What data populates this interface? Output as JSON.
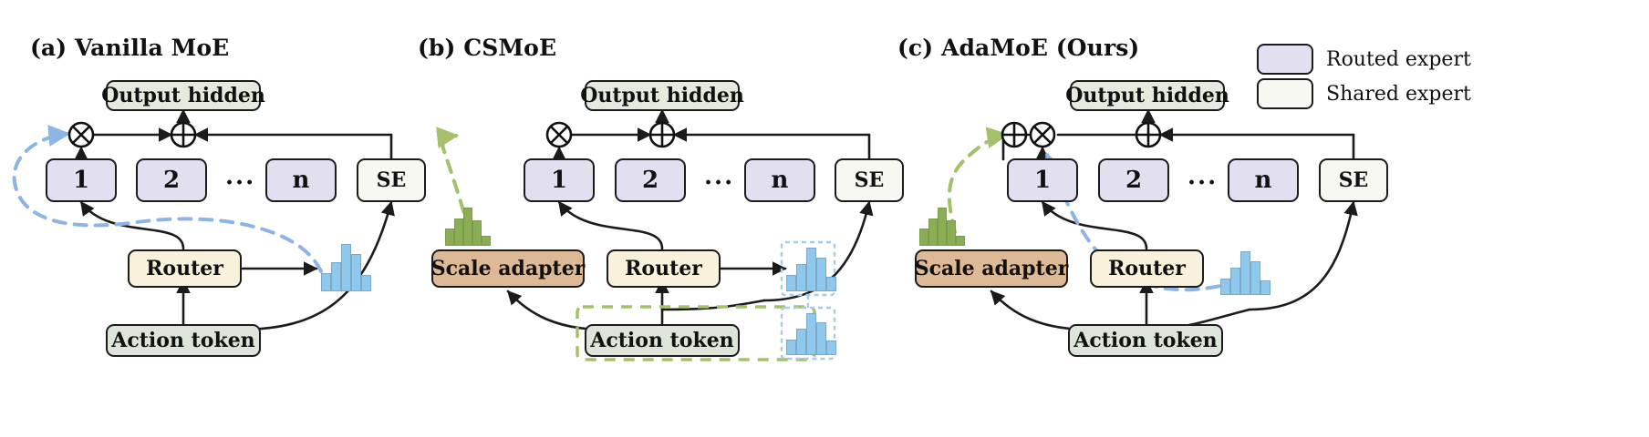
{
  "figure": {
    "panels": [
      {
        "id": "a",
        "title": "(a) Vanilla MoE",
        "nodes": {
          "output_hidden": "Output hidden",
          "experts": [
            "1",
            "2",
            "n"
          ],
          "ellipsis": "···",
          "shared_expert": "SE",
          "router": "Router",
          "action_token": "Action token"
        },
        "operators": [
          "multiply",
          "add"
        ]
      },
      {
        "id": "b",
        "title": "(b) CSMoE",
        "nodes": {
          "output_hidden": "Output hidden",
          "experts": [
            "1",
            "2",
            "n"
          ],
          "ellipsis": "···",
          "shared_expert": "SE",
          "router": "Router",
          "scale_adapter": "Scale adapter",
          "action_token": "Action token"
        },
        "operators": [
          "multiply",
          "add"
        ]
      },
      {
        "id": "c",
        "title": "(c) AdaMoE (Ours)",
        "nodes": {
          "output_hidden": "Output hidden",
          "experts": [
            "1",
            "2",
            "n"
          ],
          "ellipsis": "···",
          "shared_expert": "SE",
          "router": "Router",
          "scale_adapter": "Scale adapter",
          "action_token": "Action token"
        },
        "operators": [
          "add",
          "multiply",
          "add"
        ]
      }
    ],
    "legend": {
      "items": [
        {
          "label": "Routed expert",
          "color": "#e2e0f0",
          "swatch_name": "routed-expert-swatch"
        },
        {
          "label": "Shared expert",
          "color": "#f7f8f1",
          "swatch_name": "shared-expert-swatch"
        }
      ]
    },
    "histograms": {
      "blue": {
        "color": "#8ec8ec",
        "stroke": "#7ea8c4",
        "values": [
          0.38,
          0.62,
          1.0,
          0.78,
          0.34
        ]
      },
      "green": {
        "color": "#8aae54",
        "stroke": "#7d9a4e",
        "values": [
          0.46,
          0.72,
          1.0,
          0.66,
          0.26
        ]
      }
    },
    "colors": {
      "routed_expert": "#e2e0f0",
      "shared_expert": "#f7f8f1",
      "router": "#f8f2dc",
      "scale_adapter": "#ddb996",
      "action_token": "#dde5da",
      "output_hidden": "#e4eade",
      "edge": "#1b1b1b",
      "blue_dashed": "#8cb4e4",
      "green_dashed": "#a5c06a"
    }
  }
}
